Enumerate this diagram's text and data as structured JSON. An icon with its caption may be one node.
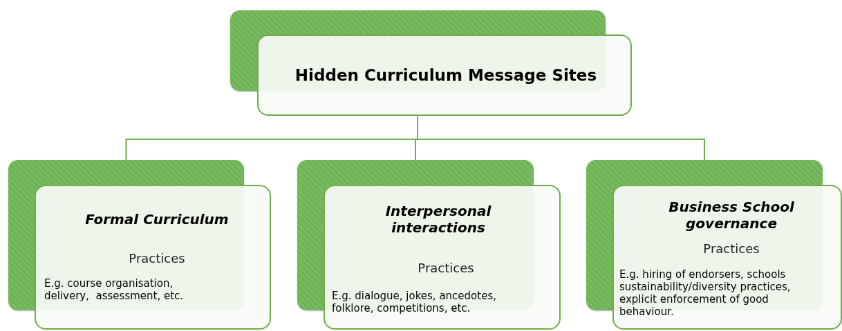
{
  "diagram": {
    "nodes": [
      {
        "text": [
          "Hidden Curriculum Message Sites"
        ]
      },
      {
        "text": [
          "Formal Curriculum",
          "Practices",
          "E.g. course organisation, delivery,  assessment, etc."
        ]
      },
      {
        "text": [
          "Interpersonal interactions",
          "Practices",
          "E.g. dialogue, jokes, ancedotes, folklore, competitions, etc."
        ]
      },
      {
        "text": [
          "Business School governance",
          "Practices",
          "E.g. hiring of endorsers, schools sustainability/diversity practices, explicit enforcement of good behaviour."
        ]
      }
    ],
    "edges": [
      {
        "from": 0,
        "to": 1,
        "arrow": "none"
      },
      {
        "from": 0,
        "to": 2,
        "arrow": "none"
      },
      {
        "from": 0,
        "to": 3,
        "arrow": "none"
      }
    ]
  }
}
